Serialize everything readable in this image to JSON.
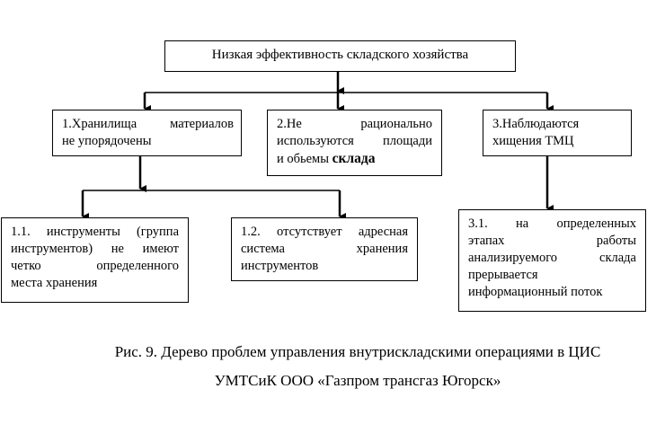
{
  "diagram": {
    "root": {
      "label": "Низкая эффективность складского хозяйства"
    },
    "level1": [
      {
        "id": "1",
        "lines": [
          "1.Хранилища материалов",
          "не упорядочены"
        ]
      },
      {
        "id": "2",
        "lines": [
          "2.Не рационально",
          "используются площади"
        ],
        "last_line_prefix": "и обьемы ",
        "last_line_bold": "склада"
      },
      {
        "id": "3",
        "lines": [
          "3.Наблюдаются",
          "хищения ТМЦ"
        ]
      }
    ],
    "level2": [
      {
        "id": "1.1",
        "parent": "1",
        "lines": [
          "1.1. инструменты (группа",
          "инструментов) не имеют",
          "четко определенного",
          "места хранения"
        ]
      },
      {
        "id": "1.2",
        "parent": "1",
        "lines": [
          "1.2. отсутствует адресная",
          "система хранения",
          "инструментов"
        ]
      },
      {
        "id": "3.1",
        "parent": "3",
        "lines": [
          "3.1. на определенных",
          "этапах работы",
          "анализируемого склада",
          "прерывается",
          "информационный поток"
        ]
      }
    ],
    "edges": [
      {
        "from": "root",
        "to": "1"
      },
      {
        "from": "root",
        "to": "2"
      },
      {
        "from": "root",
        "to": "3"
      },
      {
        "from": "1",
        "to": "1.1"
      },
      {
        "from": "1",
        "to": "1.2"
      },
      {
        "from": "3",
        "to": "3.1"
      }
    ]
  },
  "caption": {
    "line1": "Рис. 9. Дерево проблем управления внутрискладскими операциями в ЦИС",
    "line2": "УМТСиК ООО «Газпром трансгаз Югорск»"
  }
}
